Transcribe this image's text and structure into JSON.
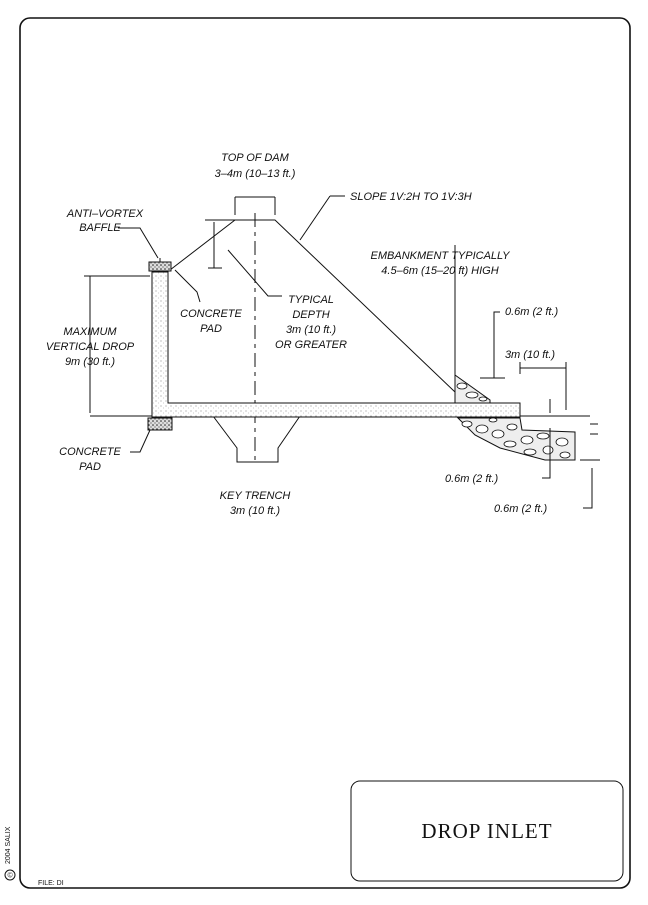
{
  "title": "DROP INLET",
  "file_label": "FILE: DI",
  "copyright": "2004 SALIX",
  "copyright_symbol": "©",
  "labels": {
    "top_of_dam_1": "TOP OF DAM",
    "top_of_dam_2": "3–4m (10–13 ft.)",
    "slope": "SLOPE 1V:2H TO 1V:3H",
    "anti_vortex_1": "ANTI–VORTEX",
    "anti_vortex_2": "BAFFLE",
    "embankment_1": "EMBANKMENT TYPICALLY",
    "embankment_2": "4.5–6m (15–20 ft) HIGH",
    "concrete_pad_top_1": "CONCRETE",
    "concrete_pad_top_2": "PAD",
    "typical_depth_1": "TYPICAL",
    "typical_depth_2": "DEPTH",
    "typical_depth_3": "3m (10 ft.)",
    "typical_depth_4": "OR GREATER",
    "max_drop_1": "MAXIMUM",
    "max_drop_2": "VERTICAL DROP",
    "max_drop_3": "9m (30 ft.)",
    "dim_06_top": "0.6m (2 ft.)",
    "dim_3m": "3m (10 ft.)",
    "concrete_pad_bottom_1": "CONCRETE",
    "concrete_pad_bottom_2": "PAD",
    "dim_06_mid": "0.6m (2 ft.)",
    "dim_06_bottom": "0.6m (2 ft.)",
    "key_trench_1": "KEY TRENCH",
    "key_trench_2": "3m (10 ft.)"
  }
}
